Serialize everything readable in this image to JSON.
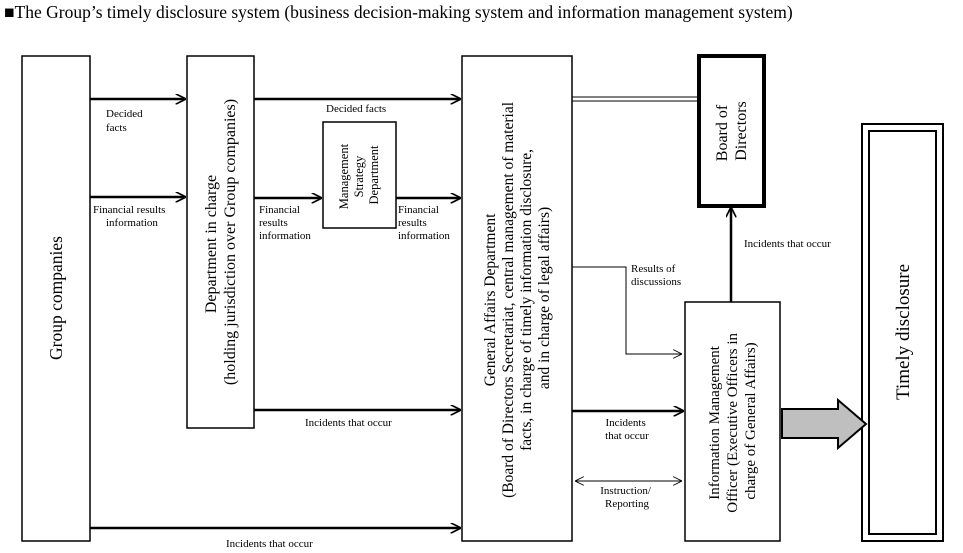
{
  "title": "■The Group’s timely disclosure system (business decision-making system and information management system)",
  "nodes": {
    "group_companies": {
      "lines": [
        "Group companies"
      ]
    },
    "department_in_charge": {
      "lines": [
        "Department in charge",
        "(holding jurisdiction over Group companies)"
      ]
    },
    "management_strategy": {
      "lines": [
        "Management",
        "Strategy",
        "Department"
      ]
    },
    "general_affairs": {
      "lines": [
        "General Affairs Department",
        "(Board of Directors Secretariat, central management of material",
        "facts, in charge of timely information disclosure,",
        "and in charge of legal affairs)"
      ]
    },
    "board_of_directors": {
      "lines": [
        "Board of",
        "Directors"
      ]
    },
    "info_officer": {
      "lines": [
        "Information Management",
        "Officer (Executive Officers in",
        "charge of General Affairs)"
      ]
    },
    "timely_disclosure": {
      "lines": [
        "Timely disclosure"
      ]
    }
  },
  "edge_labels": {
    "decided_facts_1": [
      "Decided",
      "facts"
    ],
    "financial_1": [
      "Financial results",
      "information"
    ],
    "decided_facts_2": [
      "Decided facts"
    ],
    "financial_2": [
      "Financial",
      "results",
      "information"
    ],
    "financial_3": [
      "Financial",
      "results",
      "information"
    ],
    "incidents_1": [
      "Incidents that occur"
    ],
    "incidents_bottom": [
      "Incidents that occur"
    ],
    "incidents_2": [
      "Incidents",
      "that occur"
    ],
    "instruction": [
      "Instruction/",
      "Reporting"
    ],
    "results": [
      "Results of",
      "discussions"
    ],
    "incidents_board": [
      "Incidents that occur"
    ]
  }
}
